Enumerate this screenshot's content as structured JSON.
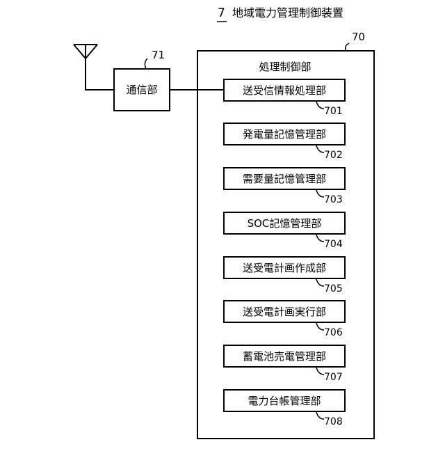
{
  "title": {
    "number": "7",
    "text": "地域電力管理制御装置"
  },
  "comm_unit": {
    "label": "通信部",
    "ref": "71"
  },
  "processing_unit": {
    "label": "処理制御部",
    "ref": "70"
  },
  "modules": [
    {
      "label": "送受信情報処理部",
      "ref": "701"
    },
    {
      "label": "発電量記憶管理部",
      "ref": "702"
    },
    {
      "label": "需要量記憶管理部",
      "ref": "703"
    },
    {
      "label": "SOC記憶管理部",
      "ref": "704"
    },
    {
      "label": "送受電計画作成部",
      "ref": "705"
    },
    {
      "label": "送受電計画実行部",
      "ref": "706"
    },
    {
      "label": "蓄電池売電管理部",
      "ref": "707"
    },
    {
      "label": "電力台帳管理部",
      "ref": "708"
    }
  ],
  "icons": {
    "antenna": "antenna-icon"
  }
}
